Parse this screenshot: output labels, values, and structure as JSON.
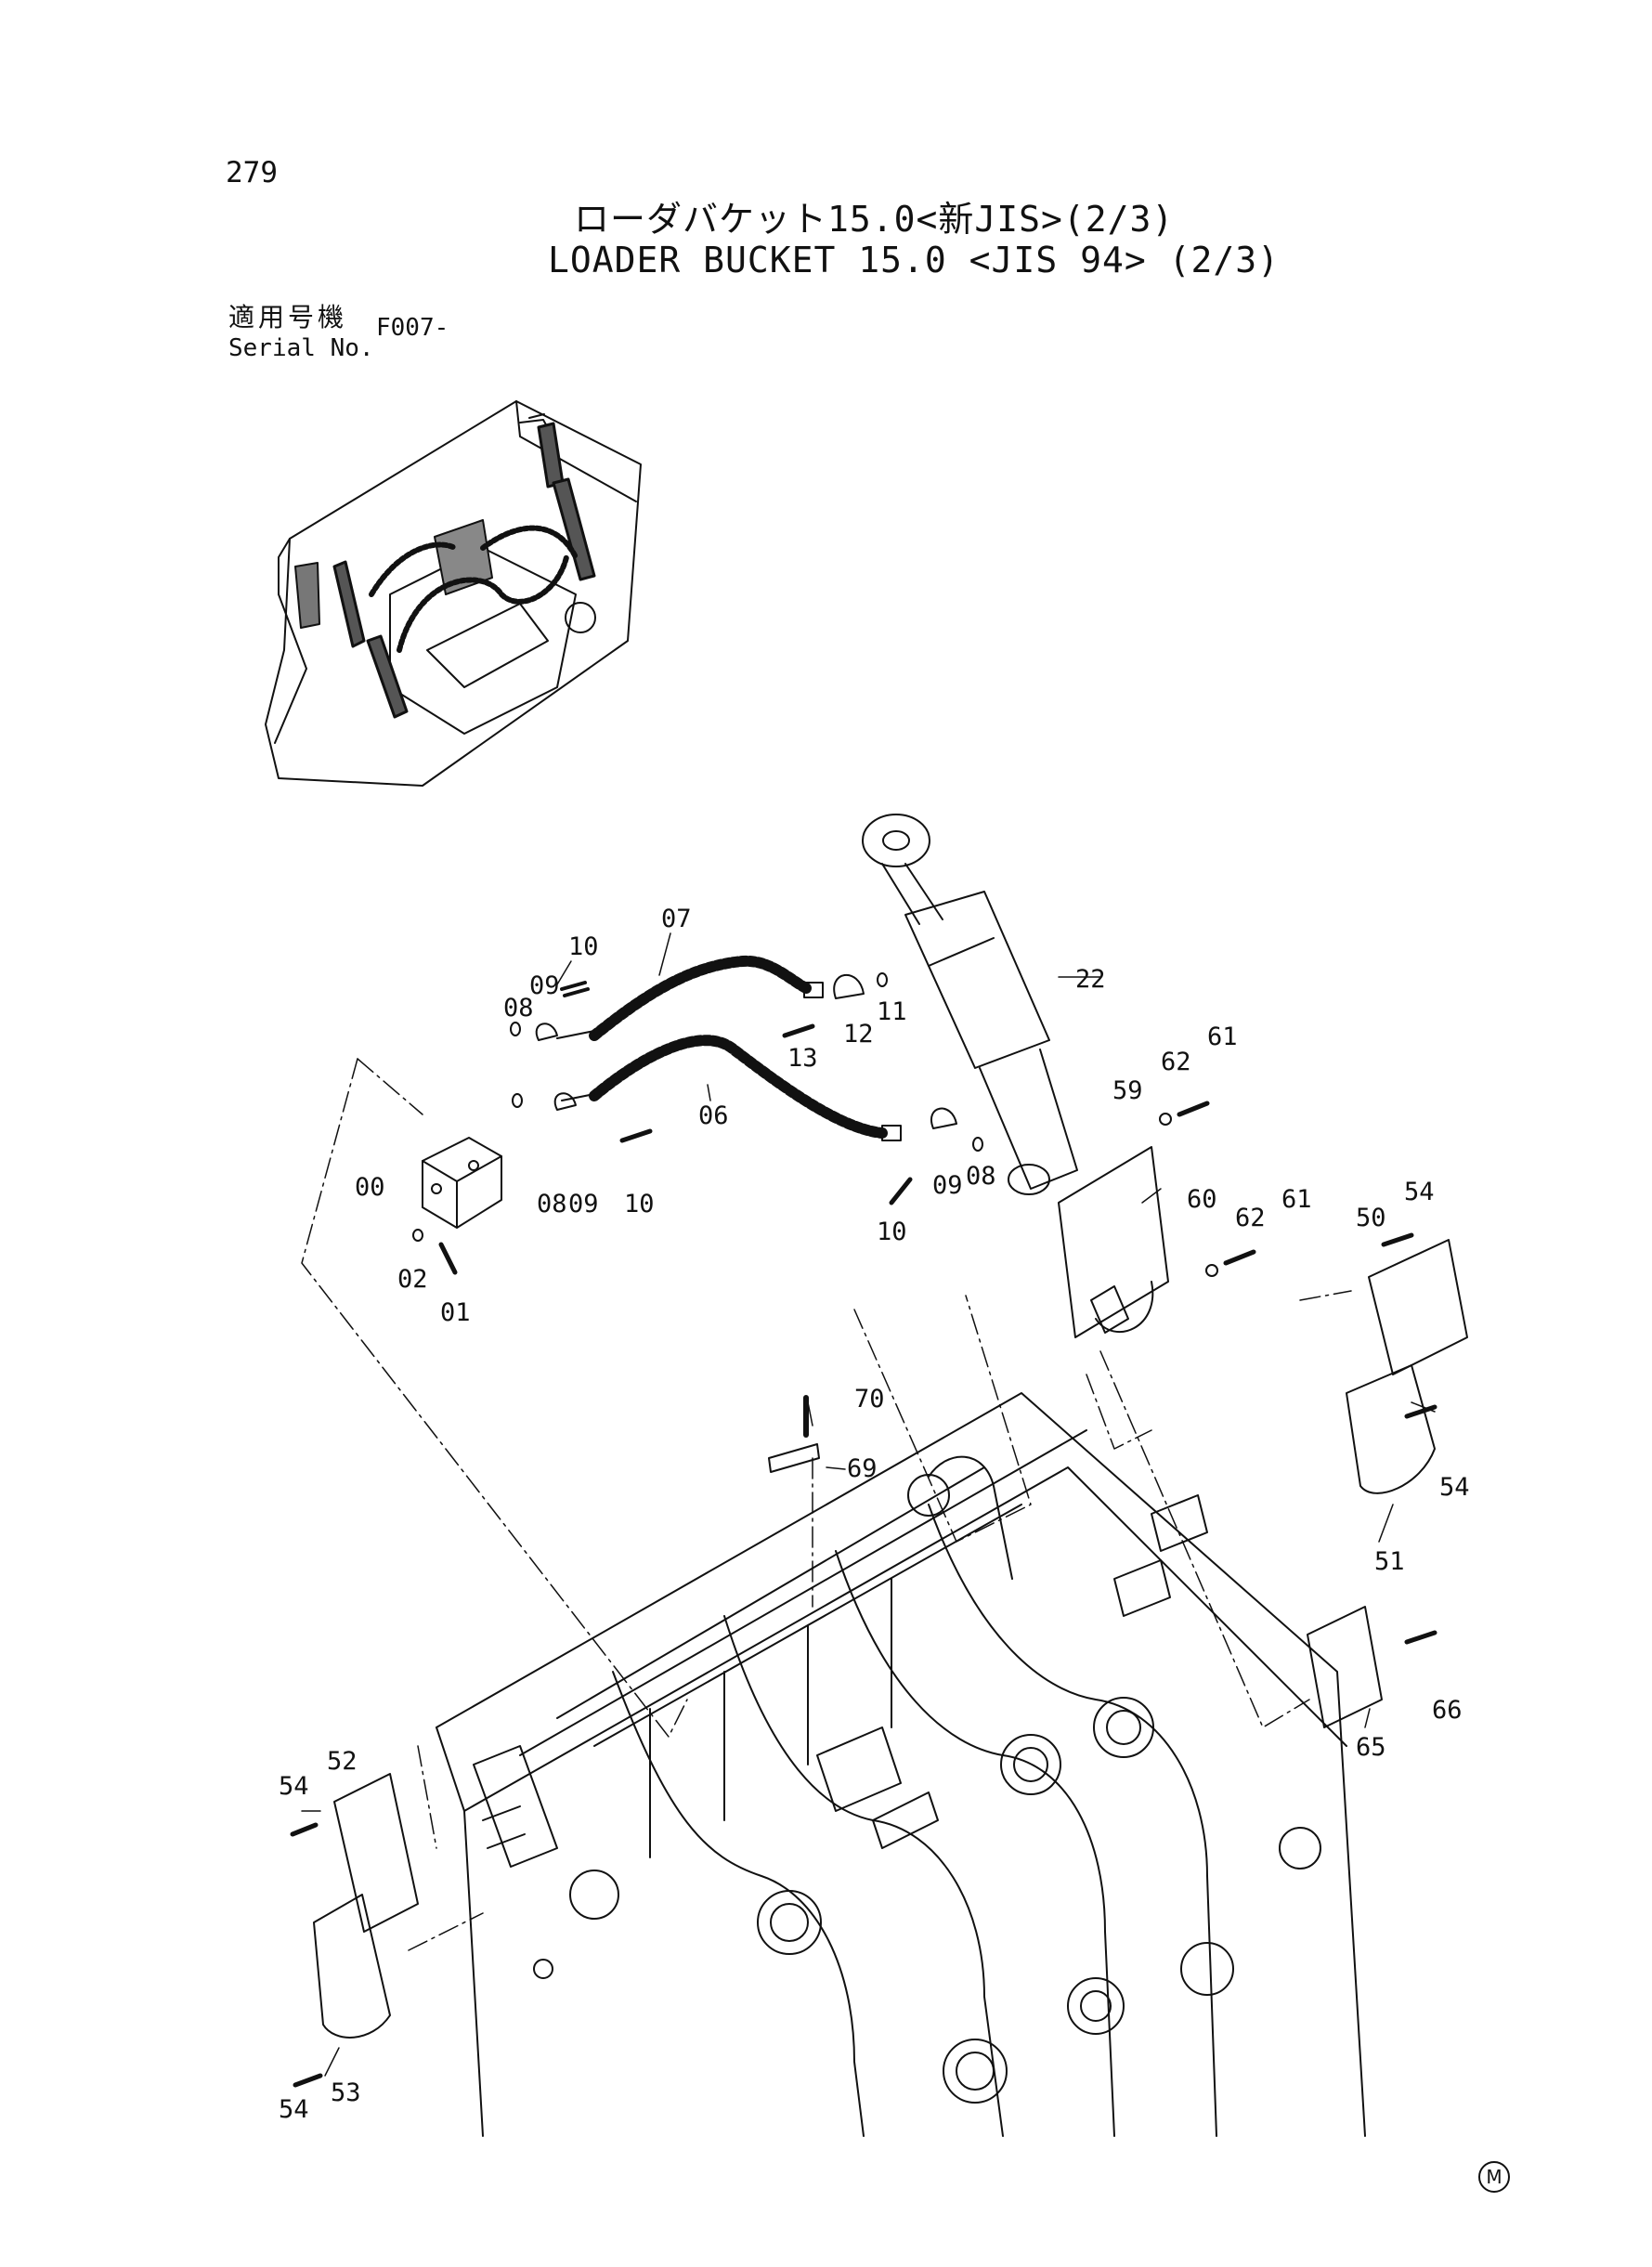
{
  "page_number": "279",
  "title_jp": "ローダバケット15.0<新JIS>(2/3)",
  "title_en": "LOADER BUCKET 15.0 <JIS 94> (2/3)",
  "serial_label_jp": "適用号機",
  "serial_label_en": "Serial No.",
  "serial_value": "F007-",
  "corner_mark": "M",
  "parts": [
    {
      "id": "p07",
      "label": "07"
    },
    {
      "id": "p10a",
      "label": "10"
    },
    {
      "id": "p08a",
      "label": "08"
    },
    {
      "id": "p09a",
      "label": "09"
    },
    {
      "id": "p13",
      "label": "13"
    },
    {
      "id": "p12",
      "label": "12"
    },
    {
      "id": "p11",
      "label": "11"
    },
    {
      "id": "p22",
      "label": "22"
    },
    {
      "id": "p06",
      "label": "06"
    },
    {
      "id": "p00",
      "label": "00"
    },
    {
      "id": "p08b",
      "label": "08"
    },
    {
      "id": "p09b",
      "label": "09"
    },
    {
      "id": "p10b",
      "label": "10"
    },
    {
      "id": "p08c",
      "label": "08"
    },
    {
      "id": "p09c",
      "label": "09"
    },
    {
      "id": "p10c",
      "label": "10"
    },
    {
      "id": "p02",
      "label": "02"
    },
    {
      "id": "p01",
      "label": "01"
    },
    {
      "id": "p59",
      "label": "59"
    },
    {
      "id": "p62a",
      "label": "62"
    },
    {
      "id": "p61a",
      "label": "61"
    },
    {
      "id": "p60",
      "label": "60"
    },
    {
      "id": "p62b",
      "label": "62"
    },
    {
      "id": "p61b",
      "label": "61"
    },
    {
      "id": "p50",
      "label": "50"
    },
    {
      "id": "p54a",
      "label": "54"
    },
    {
      "id": "p70",
      "label": "70"
    },
    {
      "id": "p69",
      "label": "69"
    },
    {
      "id": "p54b",
      "label": "54"
    },
    {
      "id": "p51",
      "label": "51"
    },
    {
      "id": "p65",
      "label": "65"
    },
    {
      "id": "p66",
      "label": "66"
    },
    {
      "id": "p52",
      "label": "52"
    },
    {
      "id": "p54c",
      "label": "54"
    },
    {
      "id": "p53",
      "label": "53"
    },
    {
      "id": "p54d",
      "label": "54"
    }
  ]
}
